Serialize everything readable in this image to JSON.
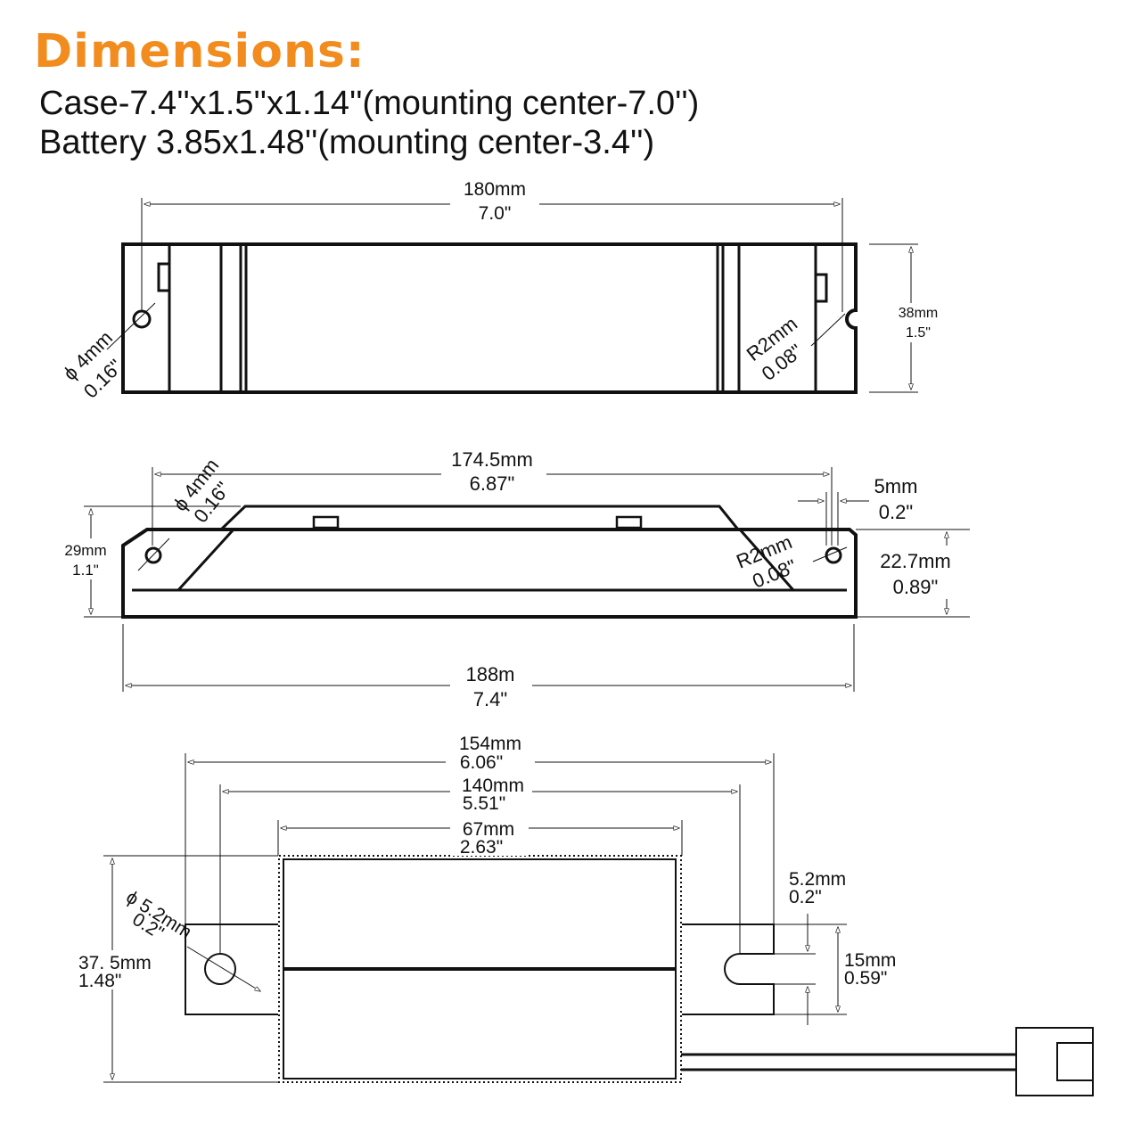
{
  "header": {
    "title": "Dimensions:",
    "case_line": "Case-7.4''x1.5''x1.14''(mounting center-7.0'')",
    "battery_line": "Battery 3.85x1.48''(mounting center-3.4'')",
    "title_color": "#f28c1e"
  },
  "top_view": {
    "width_mm": "180mm",
    "width_in": "7.0\"",
    "height_mm": "38mm",
    "height_in": "1.5\"",
    "hole_mm": "ϕ 4mm",
    "hole_in": "0.16\"",
    "slot_mm": "R2mm",
    "slot_in": "0.08\""
  },
  "side_view": {
    "center_mm": "174.5mm",
    "center_in": "6.87\"",
    "hole_mm": "ϕ 4mm",
    "hole_in": "0.16\"",
    "edge_mm": "5mm",
    "edge_in": "0.2\"",
    "height_mm": "29mm",
    "height_in": "1.1\"",
    "slot_mm": "R2mm",
    "slot_in": "0.08\"",
    "flange_mm": "22.7mm",
    "flange_in": "0.89\"",
    "length_mm": "188m",
    "length_in": "7.4\""
  },
  "battery_view": {
    "overall_mm": "154mm",
    "overall_in": "6.06\"",
    "center_mm": "140mm",
    "center_in": "5.51\"",
    "pack_mm": "67mm",
    "pack_in": "2.63\"",
    "hole_mm": "ϕ 5.2mm",
    "hole_in": "0.2\"",
    "height_mm": "37. 5mm",
    "height_in": "1.48\"",
    "slot_w_mm": "5.2mm",
    "slot_w_in": "0.2\"",
    "tab_mm": "15mm",
    "tab_in": "0.59\""
  }
}
